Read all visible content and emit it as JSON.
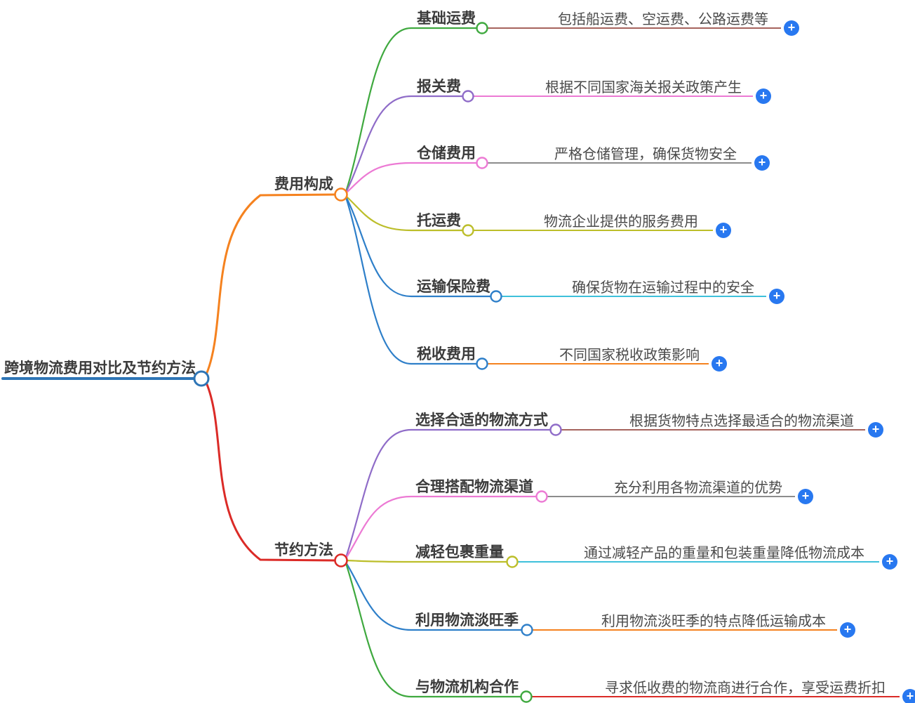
{
  "root": {
    "label": "跨境物流费用对比及节约方法"
  },
  "branches": [
    {
      "label": "费用构成",
      "children": [
        {
          "label": "基础运费",
          "note": "包括船运费、空运费、公路运费等"
        },
        {
          "label": "报关费",
          "note": "根据不同国家海关报关政策产生"
        },
        {
          "label": "仓储费用",
          "note": "严格仓储管理，确保货物安全"
        },
        {
          "label": "托运费",
          "note": "物流企业提供的服务费用"
        },
        {
          "label": "运输保险费",
          "note": "确保货物在运输过程中的安全"
        },
        {
          "label": "税收费用",
          "note": "不同国家税收政策影响"
        }
      ]
    },
    {
      "label": "节约方法",
      "children": [
        {
          "label": "选择合适的物流方式",
          "note": "根据货物特点选择最适合的物流渠道"
        },
        {
          "label": "合理搭配物流渠道",
          "note": "充分利用各物流渠道的优势"
        },
        {
          "label": "减轻包裹重量",
          "note": "通过减轻产品的重量和包装重量降低物流成本"
        },
        {
          "label": "利用物流淡旺季",
          "note": "利用物流淡旺季的特点降低运输成本"
        },
        {
          "label": "与物流机构合作",
          "note": "寻求低收费的物流商进行合作，享受运费折扣"
        }
      ]
    }
  ],
  "icons": {
    "plus": "+"
  },
  "palette": {
    "root_blue": "#2E75B6",
    "branch_orange": "#F5821F",
    "branch_red": "#DB2B27",
    "green": "#3FA93F",
    "purple": "#8F6CC8",
    "pink": "#EC7AD4",
    "olive": "#BCBE2A",
    "blue": "#2E7FC9",
    "cyan": "#3EC1DB",
    "brown": "#A6635D",
    "gray": "#8C8C8C",
    "plus_button_blue": "#2878F0"
  }
}
